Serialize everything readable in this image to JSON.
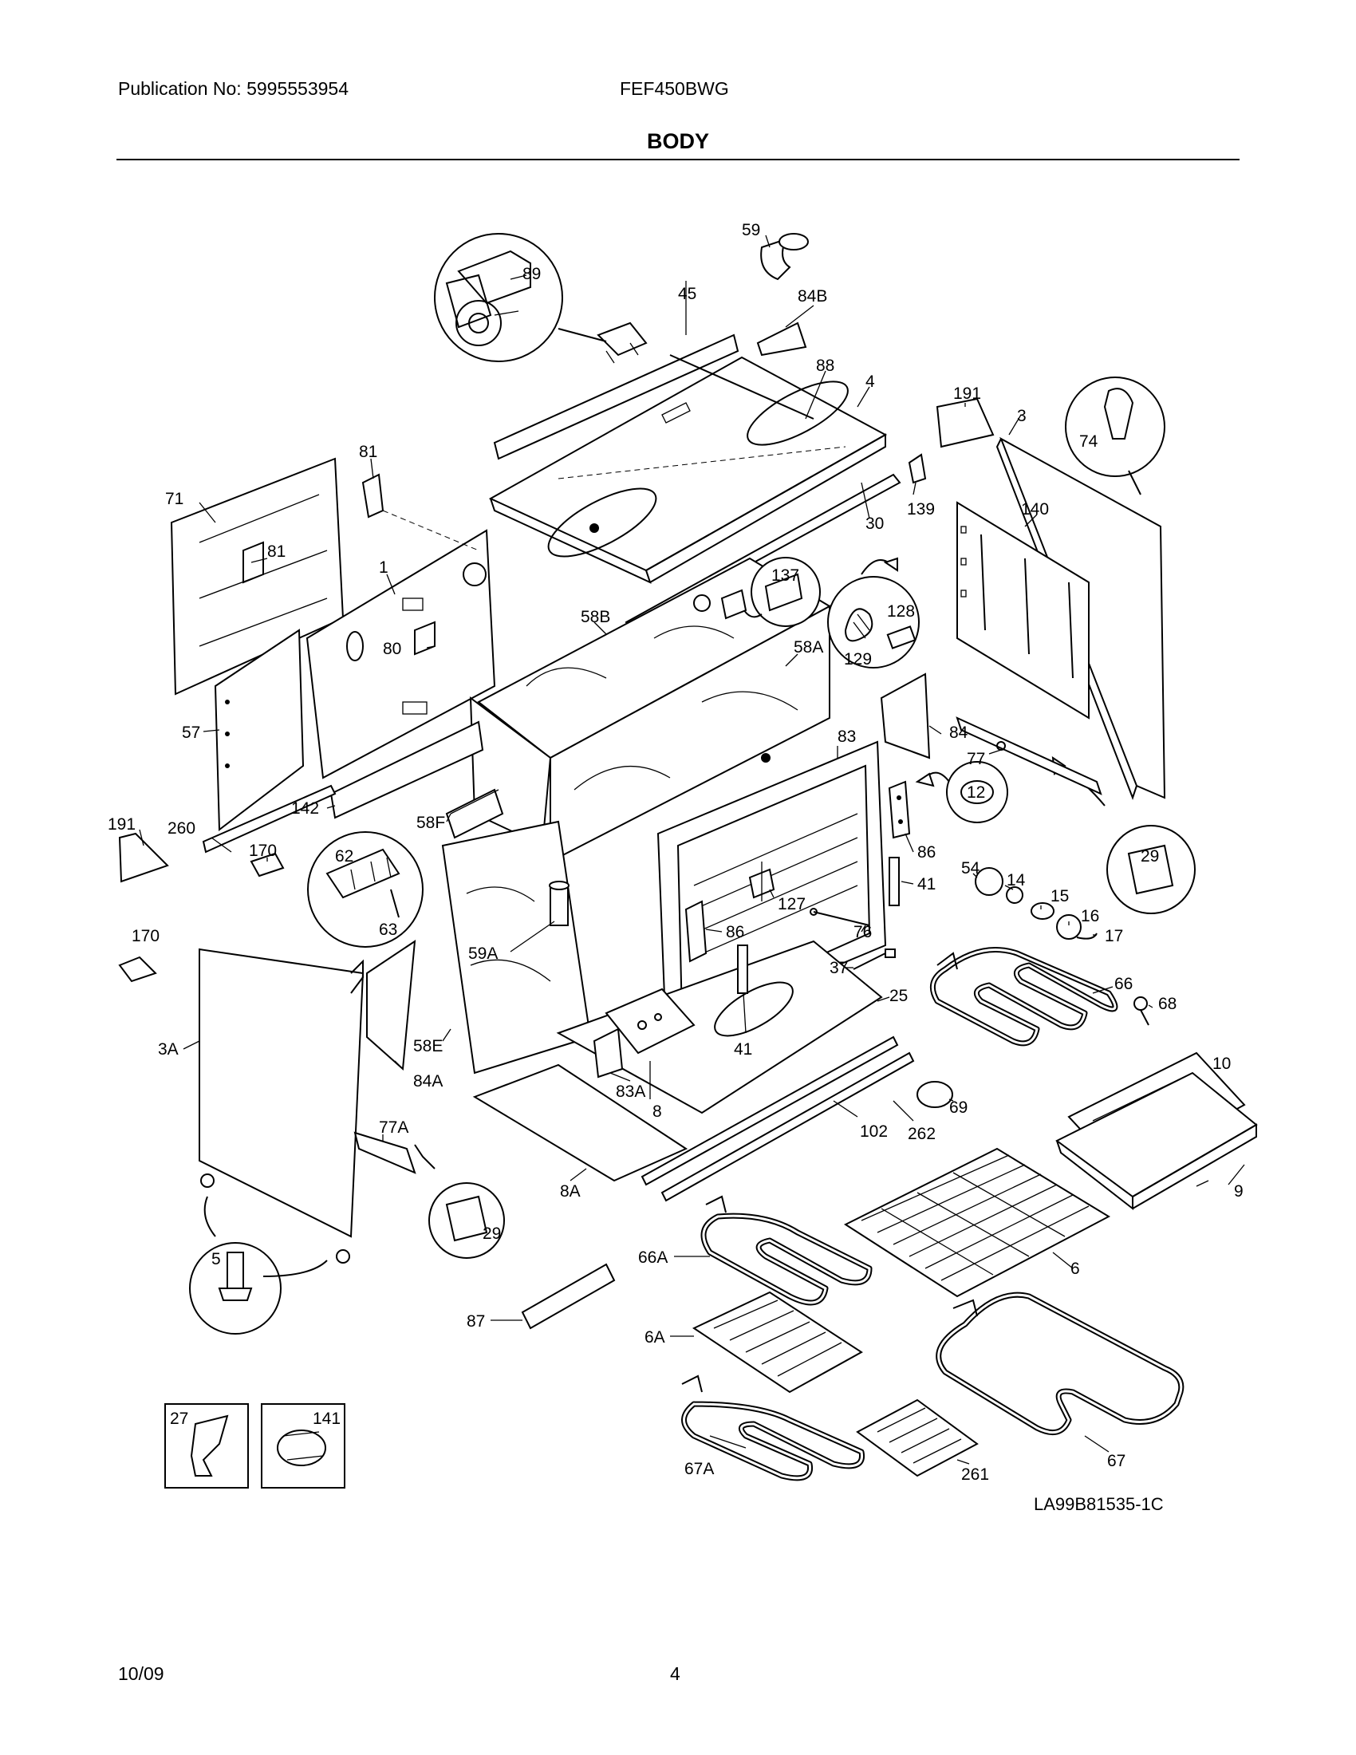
{
  "header": {
    "publication": "Publication No: 5995553954",
    "model": "FEF450BWG",
    "section_title": "BODY"
  },
  "footer": {
    "drawing_code": "LA99B81535-1C",
    "date": "10/09",
    "page": "4"
  },
  "callouts": {
    "c59": "59",
    "c89": "89",
    "c45": "45",
    "c84B": "84B",
    "c88": "88",
    "c4": "4",
    "c191a": "191",
    "c3": "3",
    "c74": "74",
    "c81a": "81",
    "c71": "71",
    "c81b": "81",
    "c139": "139",
    "c30": "30",
    "c140": "140",
    "c1": "1",
    "c137": "137",
    "c128": "128",
    "c129": "129",
    "c58B": "58B",
    "c58A": "58A",
    "c80": "80",
    "c57": "57",
    "c83": "83",
    "c84": "84",
    "c77": "77",
    "c12": "12",
    "c29a": "29",
    "c191b": "191",
    "c260": "260",
    "c142": "142",
    "c58F": "58F",
    "c62": "62",
    "c63": "63",
    "c170a": "170",
    "c86a": "86",
    "c54": "54",
    "c14": "14",
    "c15": "15",
    "c16": "16",
    "c17": "17",
    "c41a": "41",
    "c127": "127",
    "c76": "76",
    "c86b": "86",
    "c59A": "59A",
    "c170b": "170",
    "c37": "37",
    "c66": "66",
    "c68": "68",
    "c25": "25",
    "c3A": "3A",
    "c58E": "58E",
    "c41b": "41",
    "c84A": "84A",
    "c83A": "83A",
    "c8": "8",
    "c10": "10",
    "c69": "69",
    "c77A": "77A",
    "c102": "102",
    "c262": "262",
    "c9": "9",
    "c8A": "8A",
    "c29b": "29",
    "c66A": "66A",
    "c6": "6",
    "c5": "5",
    "c87": "87",
    "c6A": "6A",
    "c27": "27",
    "c141": "141",
    "c67A": "67A",
    "c261": "261",
    "c67": "67"
  }
}
